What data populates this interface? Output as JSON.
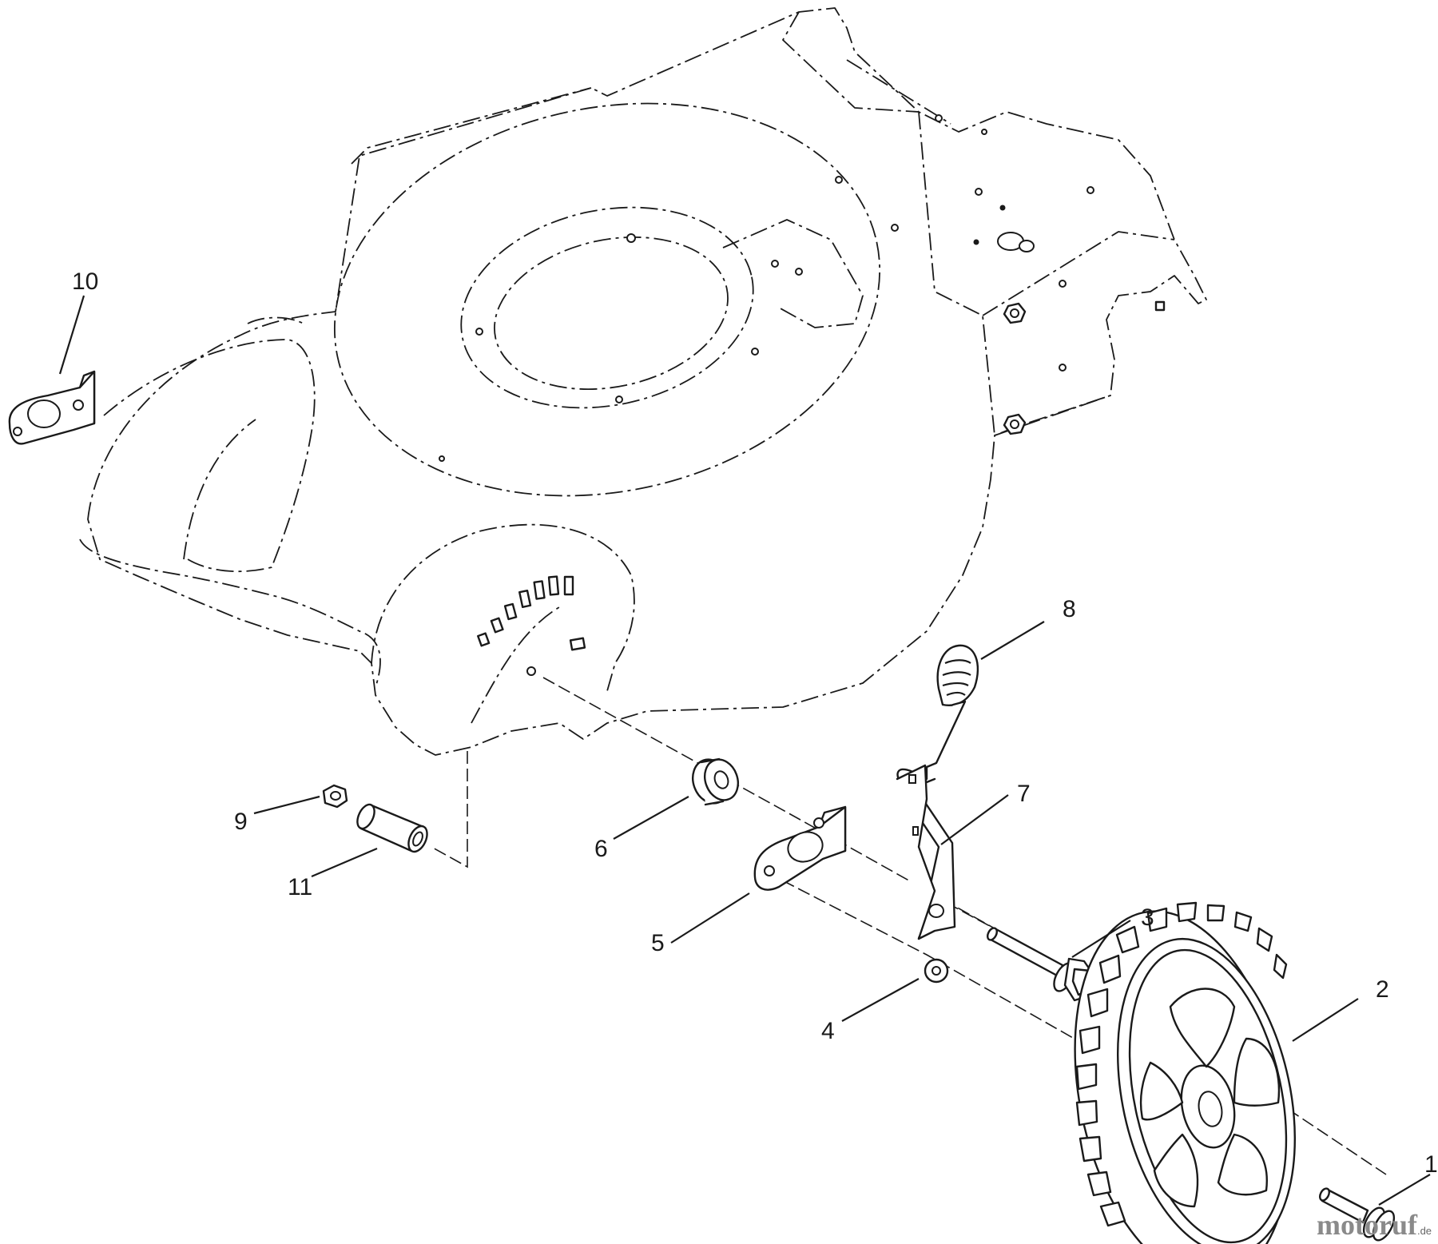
{
  "diagram": {
    "callouts": [
      {
        "id": "1",
        "label": "1"
      },
      {
        "id": "2",
        "label": "2"
      },
      {
        "id": "3",
        "label": "3"
      },
      {
        "id": "4",
        "label": "4"
      },
      {
        "id": "5",
        "label": "5"
      },
      {
        "id": "6",
        "label": "6"
      },
      {
        "id": "7",
        "label": "7"
      },
      {
        "id": "8",
        "label": "8"
      },
      {
        "id": "9",
        "label": "9"
      },
      {
        "id": "10",
        "label": "10"
      },
      {
        "id": "11",
        "label": "11"
      }
    ]
  },
  "watermark": {
    "main": "motoruf",
    "suffix": ".de"
  }
}
